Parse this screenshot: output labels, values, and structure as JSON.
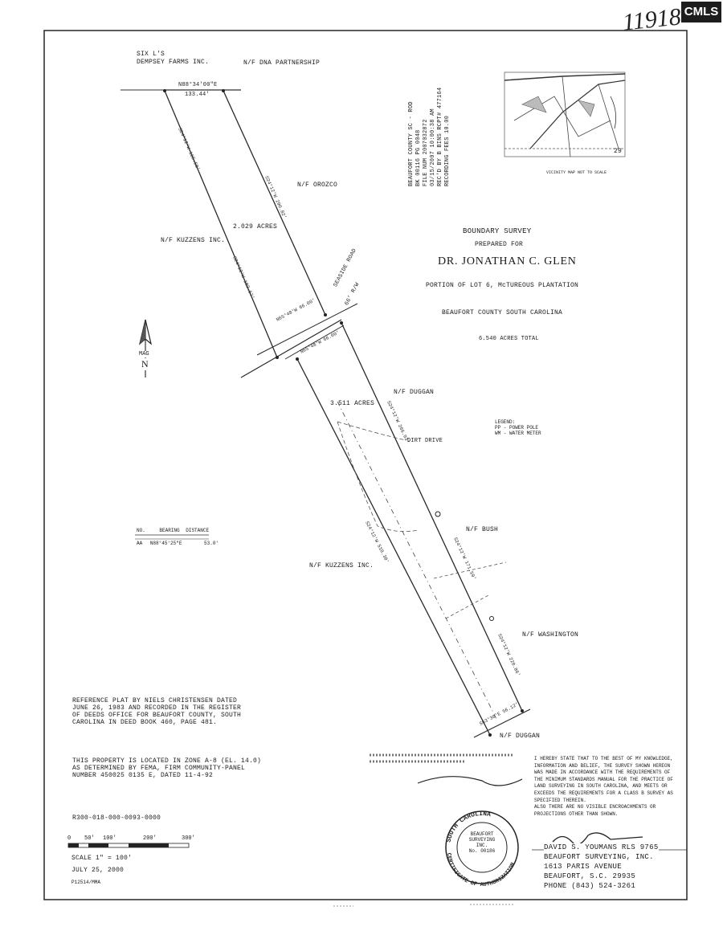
{
  "header": {
    "handwritten_number": "11918",
    "watermark": "CMLS"
  },
  "adjoiners": {
    "top_left": "SIX L'S\nDEMPSEY FARMS INC.",
    "top_right": "N/F DNA PARTNERSHIP",
    "orozco": "N/F OROZCO",
    "kuzzens_upper": "N/F KUZZENS INC.",
    "duggan_upper": "N/F DUGGAN",
    "bush": "N/F BUSH",
    "kuzzens_lower": "N/F KUZZENS INC.",
    "washington": "N/F WASHINGTON",
    "duggan_lower": "N/F DUGGAN"
  },
  "tract_labels": {
    "north_tract": "2.029 ACRES",
    "south_tract": "3.511 ACRES",
    "road": "SEASIDE ROAD",
    "road_rw": "66' R/W",
    "drive": "DIRT DRIVE",
    "top_bearing": "N88°34'00\"E",
    "top_distance": "133.44'"
  },
  "recording_stamp": "BEAUFORT COUNTY SC - ROD\nBK 00116 PG 0048\nFILE NUM 2007032872\n03/15/2007 10:00:38 AM\nREC'D BY B BINS RCPT# 477164\nRECORDING FEES 10.00",
  "vicinity_map": {
    "caption": "VICINITY MAP    NOT TO SCALE",
    "road_number": "29"
  },
  "title_block": {
    "line1": "BOUNDARY SURVEY",
    "line2": "PREPARED FOR",
    "client": "DR. JONATHAN C. GLEN",
    "portion": "PORTION OF LOT 6, McTUREOUS PLANTATION",
    "county": "BEAUFORT COUNTY    SOUTH CAROLINA",
    "acres_total": "6.540 ACRES TOTAL"
  },
  "legend": {
    "title": "LEGEND:",
    "items": [
      "PP - POWER POLE",
      "WM - WATER METER"
    ]
  },
  "north_arrow": {
    "mag": "MAG",
    "n": "N"
  },
  "line_table": {
    "headers": [
      "NO.",
      "BEARING",
      "DISTANCE"
    ],
    "rows": [
      [
        "AA",
        "N88°45'25\"E",
        "53.0'"
      ]
    ]
  },
  "notes": {
    "reference_plat": "REFERENCE PLAT BY NIELS CHRISTENSEN DATED\nJUNE 26, 1983 AND RECORDED IN THE REGISTER\nOF DEEDS OFFICE FOR BEAUFORT COUNTY, SOUTH\nCAROLINA IN DEED BOOK 460, PAGE 481.",
    "flood_zone": "THIS PROPERTY IS LOCATED IN ZONE A-8 (EL. 14.0)\nAS DETERMINED BY FEMA, FIRM COMMUNITY-PANEL\nNUMBER 450025 0135 E, DATED 11-4-92",
    "tax_map": "R300-018-000-0093-0000"
  },
  "scale": {
    "ticks": [
      "0",
      "50'",
      "100'",
      "200'",
      "300'"
    ],
    "label": "SCALE 1\" = 100'",
    "date": "JULY 25, 2000",
    "job": "P12514/MMA"
  },
  "certification": "I HEREBY STATE THAT TO THE BEST OF MY KNOWLEDGE,\nINFORMATION AND BELIEF, THE SURVEY SHOWN HEREON\nWAS MADE IN ACCORDANCE WITH THE REQUIREMENTS OF\nTHE MINIMUM STANDARDS MANUAL FOR THE PRACTICE OF\nLAND SURVEYING IN SOUTH CAROLINA, AND MEETS OR\nEXCEEDS THE REQUIREMENTS FOR A CLASS B SURVEY AS\nSPECIFIED THEREIN.\nALSO THERE ARE NO VISIBLE ENCROACHMENTS OR\nPROJECTIONS OTHER THAN SHOWN.",
  "seal": {
    "top": "SOUTH CAROLINA",
    "bottom": "CERTIFICATE OF AUTHORIZATION",
    "center": "BEAUFORT\nSURVEYING\nINC.\nNo. 00186"
  },
  "surveyor": {
    "name_line": "DAVID S. YOUMANS     RLS 9765",
    "company": "BEAUFORT SURVEYING, INC.",
    "address": "1613 PARIS AVENUE",
    "city": "BEAUFORT, S.C.  29935",
    "phone": "PHONE (843) 524-3261"
  }
}
